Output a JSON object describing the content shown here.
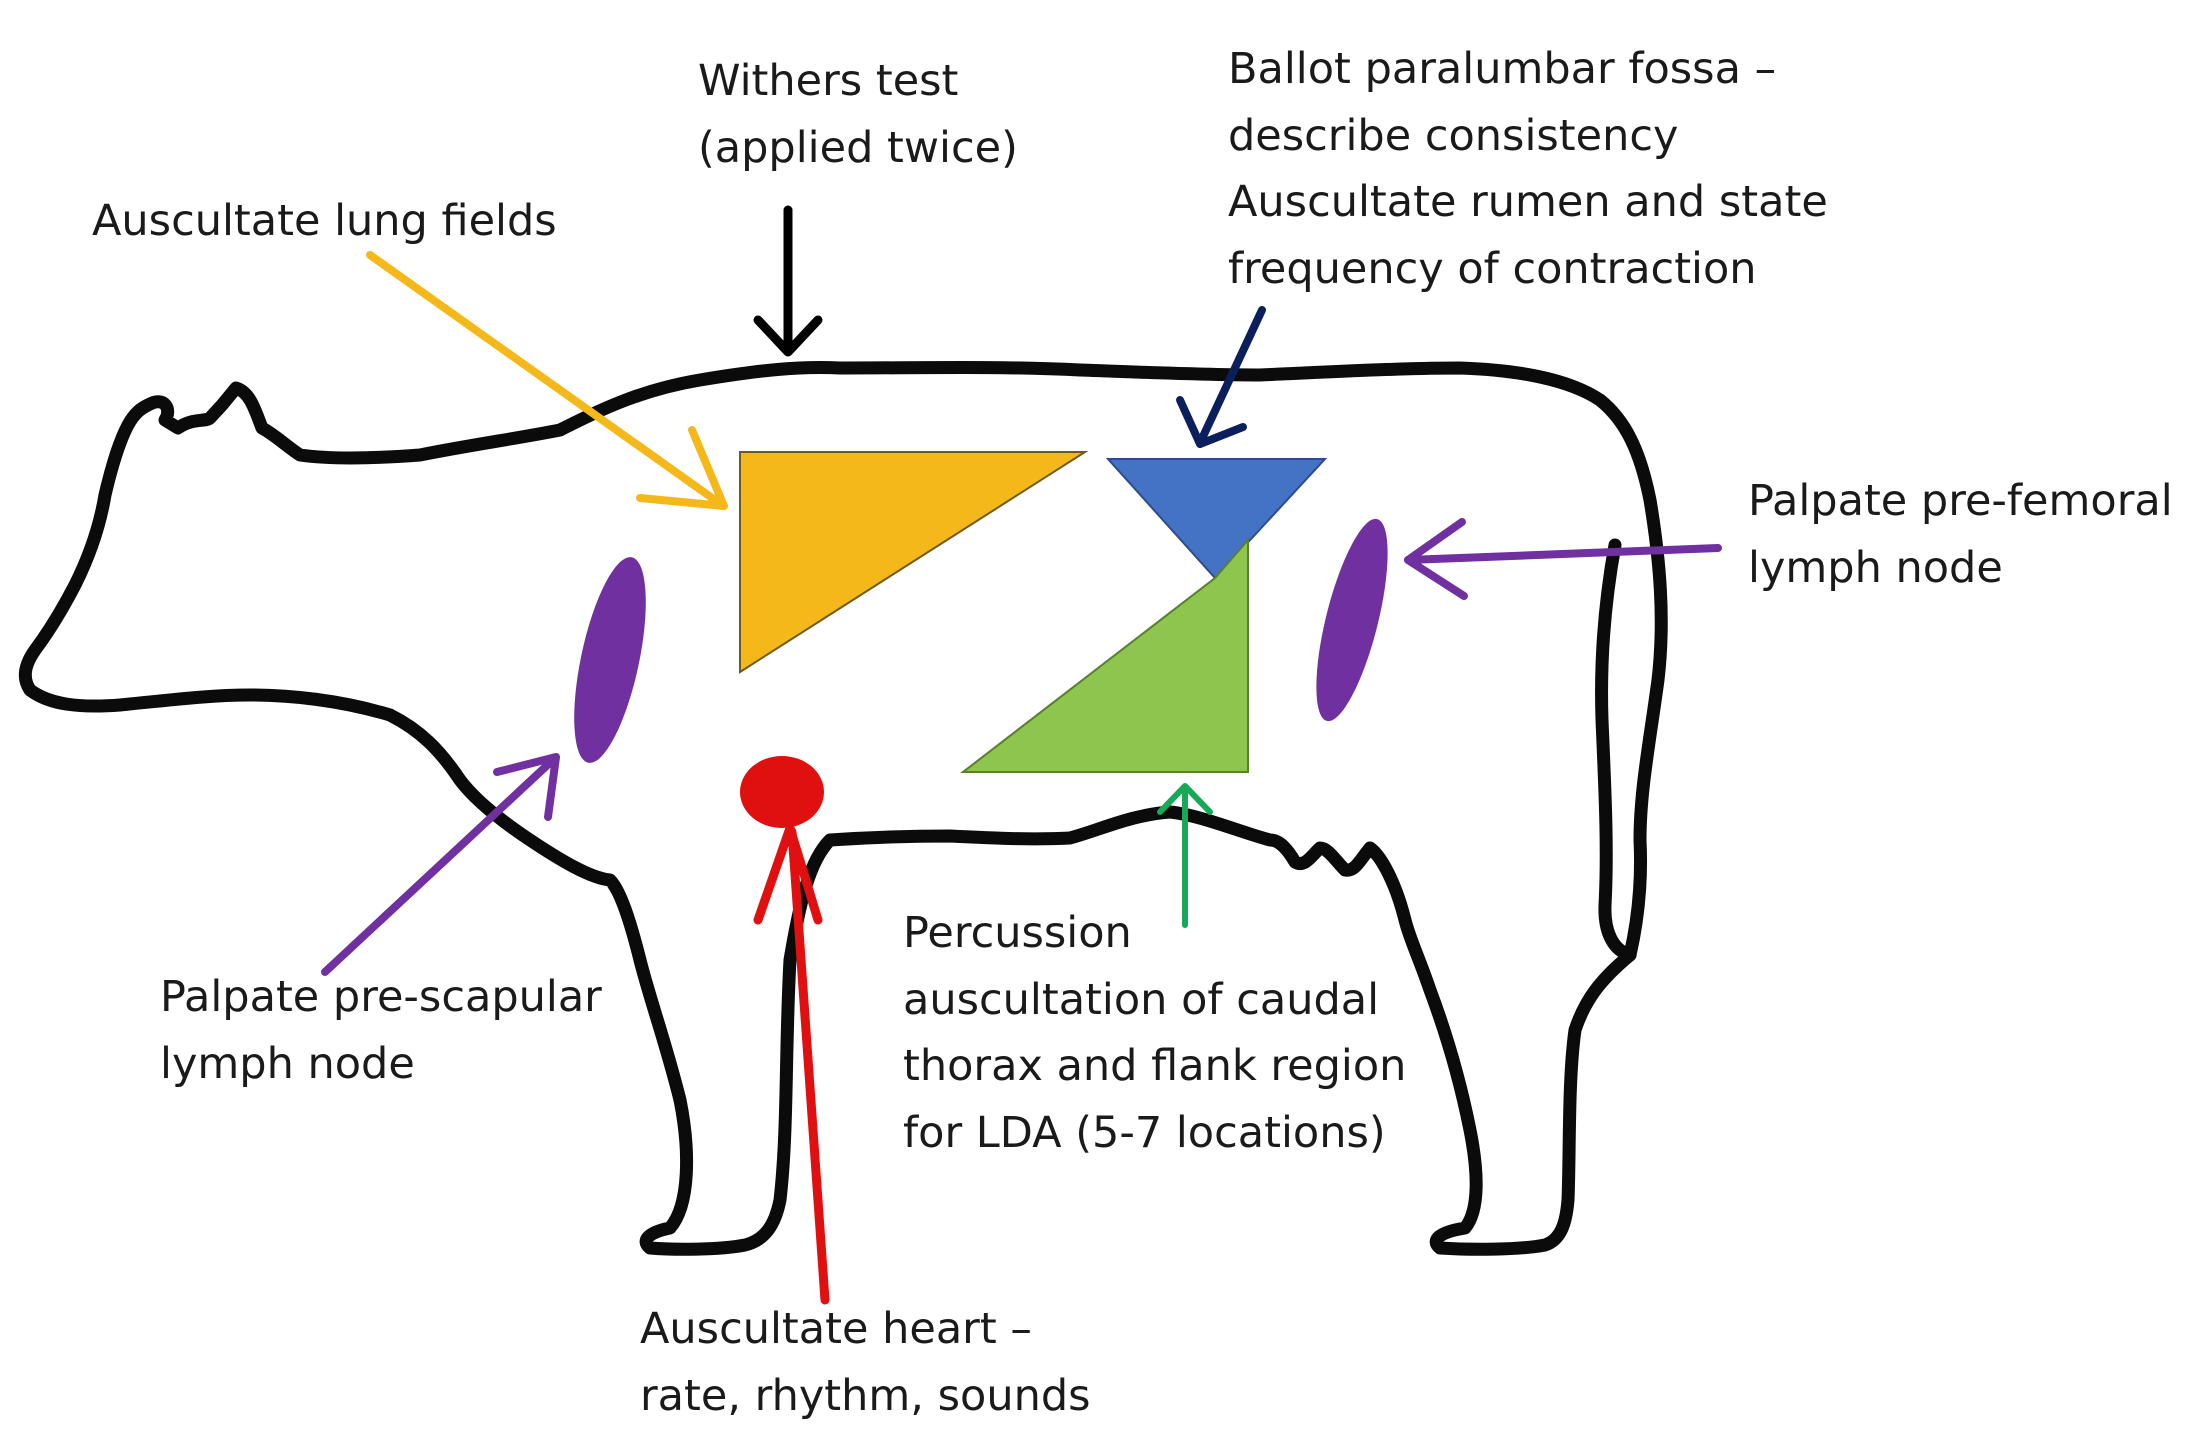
{
  "labels": {
    "withers": [
      "Withers test",
      "(applied twice)"
    ],
    "lung": [
      "Auscultate lung fields"
    ],
    "rumen": [
      "Ballot paralumbar fossa –",
      "describe consistency",
      "Auscultate rumen and state",
      "frequency of contraction"
    ],
    "prefemoral": [
      "Palpate pre-femoral",
      "lymph node"
    ],
    "prescapular": [
      "Palpate pre-scapular",
      "lymph node"
    ],
    "percussion": [
      "Percussion",
      "auscultation of caudal",
      "thorax and flank region",
      "for LDA (5-7 locations)"
    ],
    "heart": [
      "Auscultate heart –",
      "rate, rhythm, sounds"
    ]
  },
  "colors": {
    "outline": "#0b0b0b",
    "lung": "#f5b81a",
    "rumen": "#4472c4",
    "lda": "#8dc54e",
    "lymph": "#7030a0",
    "heart": "#e01010",
    "percussion_arrow": "#17a858",
    "rumen_arrow": "#0a1f5c",
    "withers_arrow": "#000000"
  }
}
